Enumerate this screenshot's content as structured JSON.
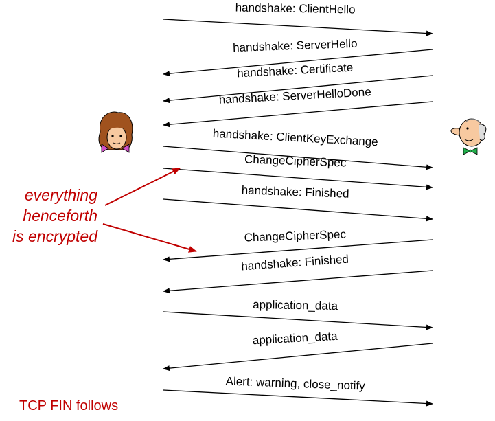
{
  "messages": [
    {
      "label": "handshake: ClientHello",
      "direction": "client-to-server"
    },
    {
      "label": "handshake: ServerHello",
      "direction": "server-to-client"
    },
    {
      "label": "handshake: Certificate",
      "direction": "server-to-client"
    },
    {
      "label": "handshake: ServerHelloDone",
      "direction": "server-to-client"
    },
    {
      "label": "handshake: ClientKeyExchange",
      "direction": "client-to-server"
    },
    {
      "label": "ChangeCipherSpec",
      "direction": "client-to-server"
    },
    {
      "label": "handshake: Finished",
      "direction": "client-to-server"
    },
    {
      "label": "ChangeCipherSpec",
      "direction": "server-to-client"
    },
    {
      "label": "handshake: Finished",
      "direction": "server-to-client"
    },
    {
      "label": "application_data",
      "direction": "client-to-server"
    },
    {
      "label": "application_data",
      "direction": "server-to-client"
    },
    {
      "label": "Alert: warning, close_notify",
      "direction": "client-to-server"
    }
  ],
  "annotation": {
    "lines": [
      "everything",
      "henceforth",
      "is encrypted"
    ],
    "color": "#c00000"
  },
  "footer": {
    "text": "TCP FIN follows",
    "color": "#c00000"
  },
  "icons": {
    "client": "woman-face-icon",
    "server": "man-face-icon"
  }
}
